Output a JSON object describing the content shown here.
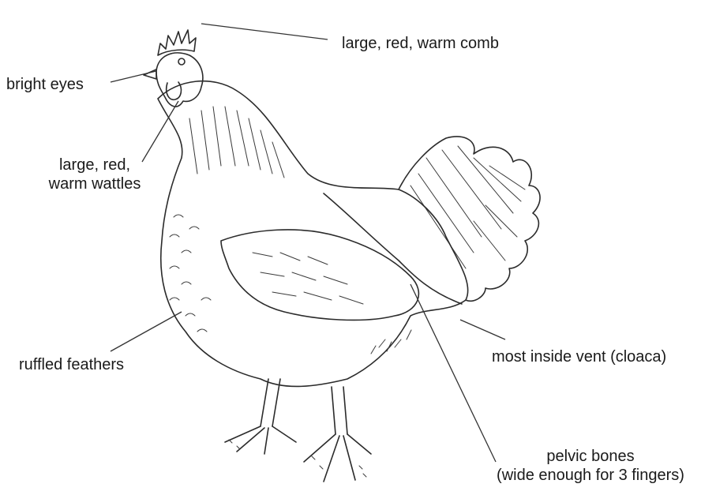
{
  "labels": {
    "comb": "large, red, warm comb",
    "eyes": "bright eyes",
    "wattles_line1": "large, red,",
    "wattles_line2": "warm wattles",
    "feathers": "ruffled feathers",
    "vent": "most inside vent (cloaca)",
    "pelvic_line1": "pelvic bones",
    "pelvic_line2": "(wide enough for 3 fingers)"
  },
  "colors": {
    "ink": "#2b2b2b",
    "text": "#1a1a1a",
    "background": "#ffffff"
  }
}
